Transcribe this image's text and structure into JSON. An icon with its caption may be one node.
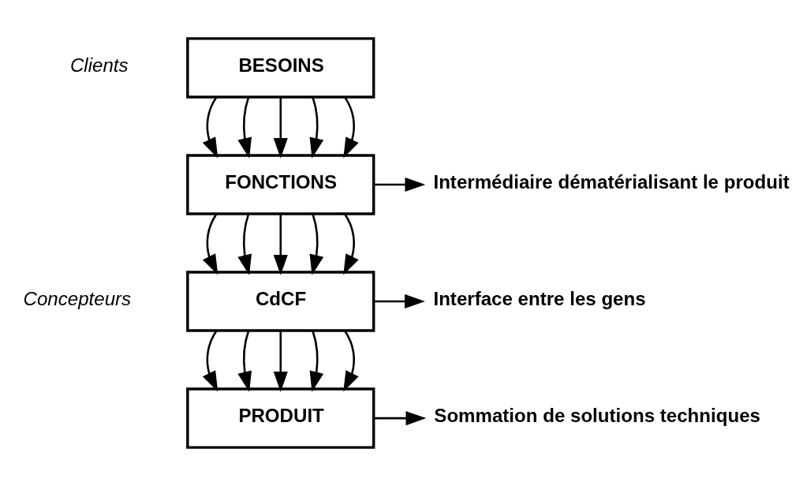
{
  "diagram": {
    "nodes": [
      {
        "text": [
          "BESOINS"
        ]
      },
      {
        "text": [
          "FONCTIONS"
        ]
      },
      {
        "text": [
          "CdCF"
        ]
      },
      {
        "text": [
          "PRODUIT"
        ]
      },
      {
        "text": [
          "Intermédiaire dématérialisant le produit"
        ]
      },
      {
        "text": [
          "Interface entre les gens"
        ]
      },
      {
        "text": [
          "Sommation de solutions techniques"
        ]
      }
    ],
    "edges": [
      {
        "from": 0,
        "to": 1,
        "arrow": "to"
      },
      {
        "from": 0,
        "to": 1,
        "arrow": "to"
      },
      {
        "from": 0,
        "to": 1,
        "arrow": "to"
      },
      {
        "from": 0,
        "to": 1,
        "arrow": "to"
      },
      {
        "from": 0,
        "to": 1,
        "arrow": "to"
      },
      {
        "from": 1,
        "to": 2,
        "arrow": "to"
      },
      {
        "from": 1,
        "to": 2,
        "arrow": "to"
      },
      {
        "from": 1,
        "to": 2,
        "arrow": "to"
      },
      {
        "from": 1,
        "to": 2,
        "arrow": "to"
      },
      {
        "from": 1,
        "to": 2,
        "arrow": "to"
      },
      {
        "from": 2,
        "to": 3,
        "arrow": "to"
      },
      {
        "from": 2,
        "to": 3,
        "arrow": "to"
      },
      {
        "from": 2,
        "to": 3,
        "arrow": "to"
      },
      {
        "from": 2,
        "to": 3,
        "arrow": "to"
      },
      {
        "from": 2,
        "to": 3,
        "arrow": "to"
      },
      {
        "from": 1,
        "to": 4,
        "arrow": "to"
      },
      {
        "from": 2,
        "to": 5,
        "arrow": "to"
      },
      {
        "from": 3,
        "to": 6,
        "arrow": "to"
      }
    ],
    "labels": [
      "Clients",
      "Concepteurs"
    ]
  }
}
